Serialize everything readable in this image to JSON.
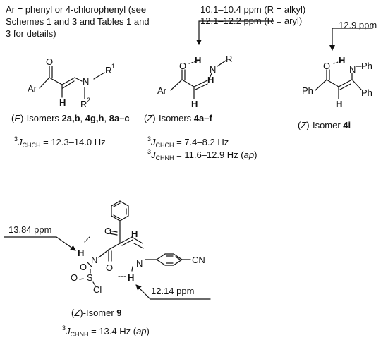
{
  "note": {
    "lines": [
      "Ar = phenyl or 4-chlorophenyl (see",
      "Schemes 1 and 3 and Tables 1 and",
      "3 for details)"
    ]
  },
  "shift_range": {
    "alkyl": "10.1–10.4 ppm (R = alkyl)",
    "aryl": "12.1–12.2 ppm (R = aryl)"
  },
  "shift_4i": "12.9 ppm",
  "compound_E": {
    "caption_prefix": "(",
    "caption_E": "E",
    "caption_mid": ")-Isomers ",
    "caption_bold1": "2a,b",
    "caption_sep1": ", ",
    "caption_bold2": "4g,h",
    "caption_sep2": ", ",
    "caption_bold3": "8a–c",
    "j_sup": "3",
    "j_letter": "J",
    "j_sub": "CHCH",
    "j_value": " = 12.3–14.0 Hz"
  },
  "compound_Z": {
    "caption_prefix": "(",
    "caption_Z": "Z",
    "caption_mid": ")-Isomers ",
    "caption_bold": "4a–f",
    "j1_sup": "3",
    "j1_letter": "J",
    "j1_sub": "CHCH",
    "j1_value": " = 7.4–8.2 Hz",
    "j2_sup": "3",
    "j2_letter": "J",
    "j2_sub": "CHNH",
    "j2_value": " = 11.6–12.9 Hz (",
    "j2_ap": "ap",
    "j2_close": ")"
  },
  "compound_4i": {
    "caption_prefix": "(",
    "caption_Z": "Z",
    "caption_mid": ")-Isomer ",
    "caption_bold": "4i"
  },
  "compound_9": {
    "shift_left": "13.84 ppm",
    "shift_right": "12.14 ppm",
    "caption_prefix": "(",
    "caption_Z": "Z",
    "caption_mid": ")-Isomer ",
    "caption_bold": "9",
    "j_sup": "3",
    "j_letter": "J",
    "j_sub": "CHNH",
    "j_value": " = 13.4 Hz (",
    "j_ap": "ap",
    "j_close": ")"
  },
  "atoms": {
    "O": "O",
    "Ar": "Ar",
    "H": "H",
    "N": "N",
    "R": "R",
    "R1_base": "R",
    "R1_sup": "1",
    "R2_base": "R",
    "R2_sup": "2",
    "Ph": "Ph",
    "S": "S",
    "Cl": "Cl",
    "CN": "CN"
  }
}
